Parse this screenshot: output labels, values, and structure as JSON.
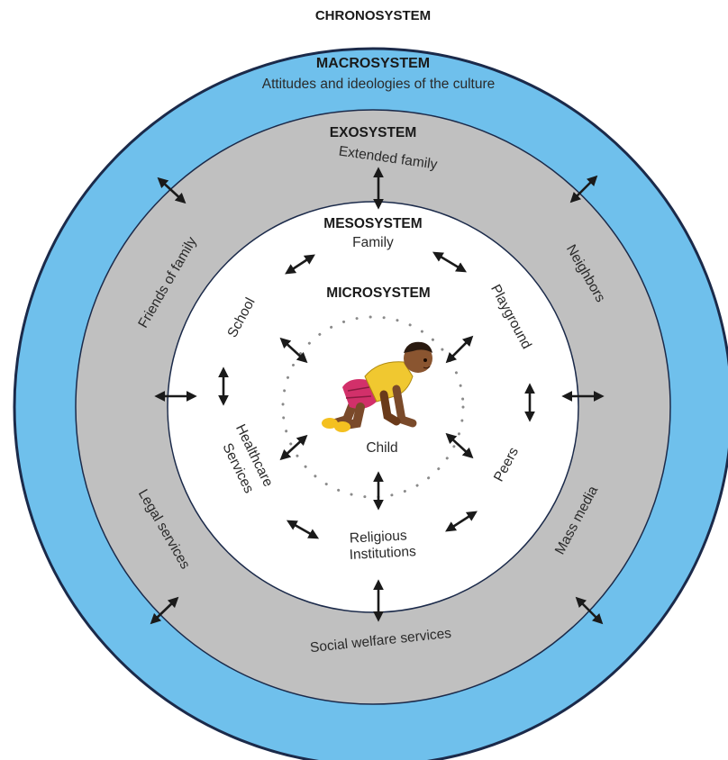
{
  "colors": {
    "chrono_bg": "#ffffff",
    "macro_ring": "#6fc0ec",
    "exo_ring": "#c0c0c0",
    "meso_disc": "#ffffff",
    "ring_outline": "#1b2a4a",
    "arrow": "#1a1a1a"
  },
  "chronosystem": {
    "title": "CHRONOSYSTEM"
  },
  "macrosystem": {
    "title": "MACROSYSTEM",
    "subtitle": "Attitudes and ideologies of the culture"
  },
  "exosystem": {
    "title": "EXOSYSTEM",
    "items": {
      "extended_family": "Extended family",
      "friends_of_family": "Friends of family",
      "neighbors": "Neighbors",
      "legal_services": "Legal services",
      "mass_media": "Mass media",
      "social_welfare_services": "Social welfare services"
    }
  },
  "mesosystem": {
    "title": "MESOSYSTEM",
    "items": {
      "family": "Family",
      "school": "School",
      "playground": "Playground",
      "healthcare_line1": "Healthcare",
      "healthcare_line2": "Services",
      "peers": "Peers",
      "religious_line1": "Religious",
      "religious_line2": "Institutions"
    }
  },
  "microsystem": {
    "title": "MICROSYSTEM",
    "center": "Child"
  },
  "icons": {
    "child": "crawling-baby-icon",
    "connector": "double-arrow-icon"
  }
}
